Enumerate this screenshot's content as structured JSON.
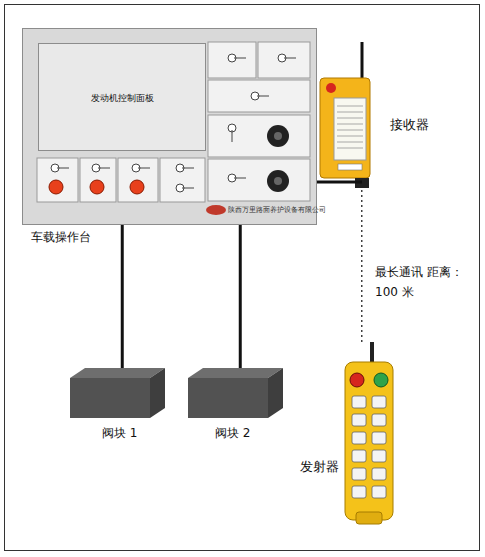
{
  "diagram": {
    "nodes": [
      {
        "text": [
          "车载操作台"
        ]
      },
      {
        "text": [
          "发动机控制面板"
        ],
        "in": 0
      },
      {
        "text": [
          "接收器"
        ]
      },
      {
        "text": [
          "发射器"
        ]
      },
      {
        "text": [
          "阀块 1"
        ]
      },
      {
        "text": [
          "阀块 2"
        ]
      }
    ],
    "edges": [
      {
        "from": 0,
        "to": 2,
        "arrow": "none"
      },
      {
        "from": 2,
        "to": 3,
        "arrow": "none",
        "label": "最长通讯 距离：100 米"
      },
      {
        "from": 0,
        "to": 4,
        "arrow": "none"
      },
      {
        "from": 0,
        "to": 5,
        "arrow": "none"
      }
    ],
    "labels": [
      "陕西万里路面养护设备有限公司"
    ]
  }
}
